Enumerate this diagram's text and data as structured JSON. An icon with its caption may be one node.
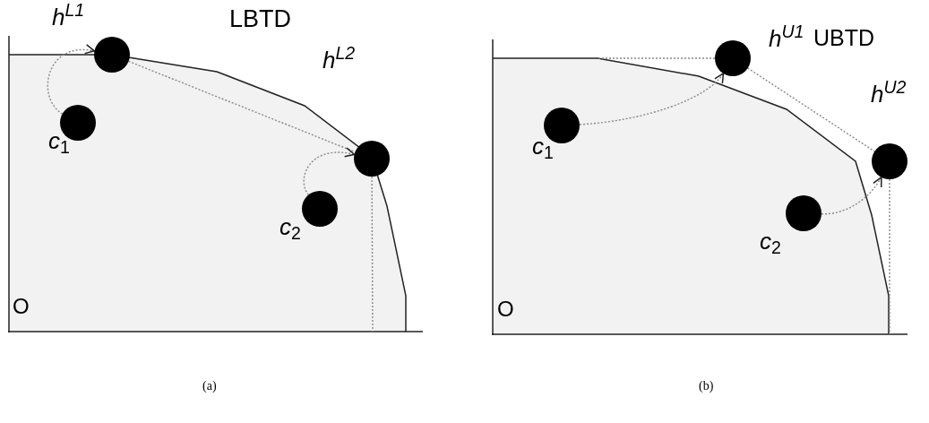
{
  "diagram": {
    "nodes": [
      {
        "text": [],
        "shape": "circle",
        "beside": [
          "h$^{L1}$"
        ]
      },
      {
        "text": [],
        "shape": "circle",
        "beside": [
          "*c*$_{1}$"
        ]
      },
      {
        "text": [],
        "shape": "circle",
        "beside": [
          "h$^{L2}$"
        ]
      },
      {
        "text": [],
        "shape": "circle",
        "beside": [
          "*c*$_{2}$"
        ]
      },
      {
        "text": [],
        "shape": "circle",
        "beside": [
          "h$^{U1}$"
        ]
      },
      {
        "text": [],
        "shape": "circle",
        "beside": [
          "*c*$_{1}$"
        ]
      },
      {
        "text": [],
        "shape": "circle",
        "beside": [
          "h$^{U2}$"
        ]
      },
      {
        "text": [],
        "shape": "circle",
        "beside": [
          "*c*$_{2}$"
        ]
      }
    ],
    "edges": [
      {
        "from": 1,
        "to": 0,
        "arrow": "to"
      },
      {
        "from": 0,
        "to": 2,
        "arrow": "none"
      },
      {
        "from": 3,
        "to": 2,
        "arrow": "to"
      },
      {
        "from": 2,
        "to": null,
        "arrow": "none"
      },
      {
        "from": 4,
        "to": null,
        "arrow": "none"
      },
      {
        "from": 5,
        "to": 4,
        "arrow": "to"
      },
      {
        "from": 4,
        "to": 6,
        "arrow": "none"
      },
      {
        "from": 7,
        "to": 6,
        "arrow": "to"
      },
      {
        "from": 6,
        "to": null,
        "arrow": "none"
      }
    ],
    "labels": [
      "LBTD",
      "UBTD",
      "O",
      "O",
      "(a)",
      "(b)"
    ]
  }
}
